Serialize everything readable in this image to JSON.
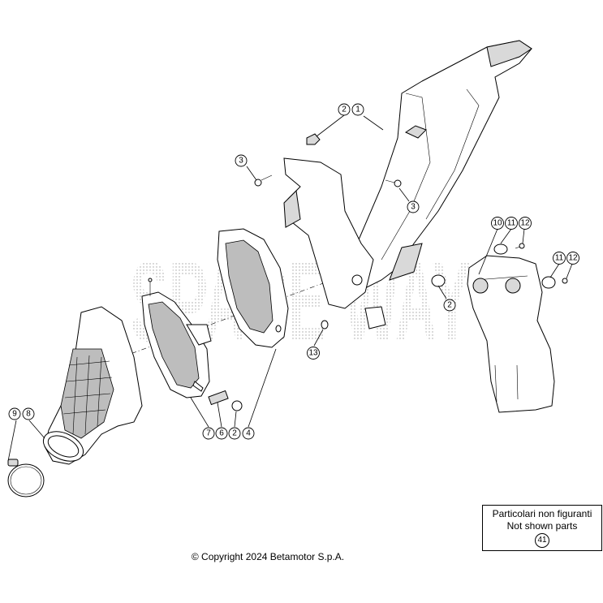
{
  "watermark": {
    "text": "SPARE WAY"
  },
  "callouts": [
    {
      "id": "c-2a",
      "label": "2"
    },
    {
      "id": "c-1",
      "label": "1"
    },
    {
      "id": "c-3a",
      "label": "3"
    },
    {
      "id": "c-3b",
      "label": "3"
    },
    {
      "id": "c-10",
      "label": "10"
    },
    {
      "id": "c-11a",
      "label": "11"
    },
    {
      "id": "c-12a",
      "label": "12"
    },
    {
      "id": "c-11b",
      "label": "11"
    },
    {
      "id": "c-12b",
      "label": "12"
    },
    {
      "id": "c-2b",
      "label": "2"
    },
    {
      "id": "c-13",
      "label": "13"
    },
    {
      "id": "c-9",
      "label": "9"
    },
    {
      "id": "c-8",
      "label": "8"
    },
    {
      "id": "c-7",
      "label": "7"
    },
    {
      "id": "c-6",
      "label": "6"
    },
    {
      "id": "c-2c",
      "label": "2"
    },
    {
      "id": "c-4",
      "label": "4"
    }
  ],
  "notes": {
    "line1": "Particolari non figuranti",
    "line2": "Not shown parts",
    "number": "41"
  },
  "copyright": "© Copyright 2024 Betamotor S.p.A."
}
